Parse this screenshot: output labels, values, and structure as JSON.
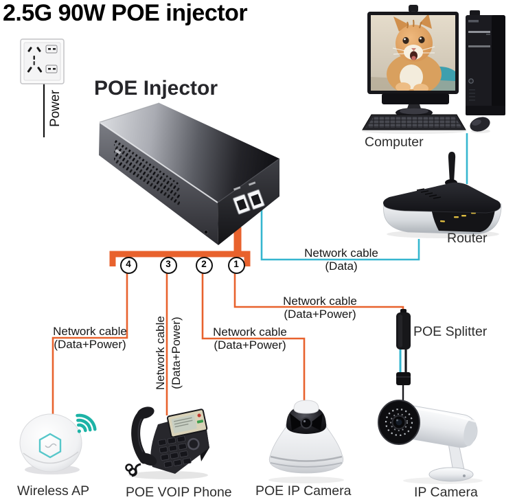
{
  "title": "2.5G 90W POE injector",
  "injector_heading": "POE Injector",
  "power_label": "Power",
  "port_numbers": [
    "4",
    "3",
    "2",
    "1"
  ],
  "cable_labels": {
    "data": {
      "line1": "Network cable",
      "line2": "(Data)"
    },
    "port1": {
      "line1": "Network cable",
      "line2": "(Data+Power)"
    },
    "port2": {
      "line1": "Network cable",
      "line2": "(Data+Power)"
    },
    "port3": {
      "line1": "Network cable",
      "line2": "(Data+Power)"
    },
    "port4": {
      "line1": "Network cable",
      "line2": "(Data+Power)"
    }
  },
  "device_labels": {
    "computer": "Computer",
    "router": "Router",
    "poe_splitter": "POE Splitter",
    "wireless_ap": "Wireless AP",
    "voip_phone": "POE VOIP Phone",
    "poe_ip_camera": "POE IP Camera",
    "ip_camera": "IP Camera"
  },
  "colors": {
    "orange": "#e8622d",
    "blue": "#35b6cf",
    "wifi": "#1db3a6",
    "led": "#e0be41"
  }
}
